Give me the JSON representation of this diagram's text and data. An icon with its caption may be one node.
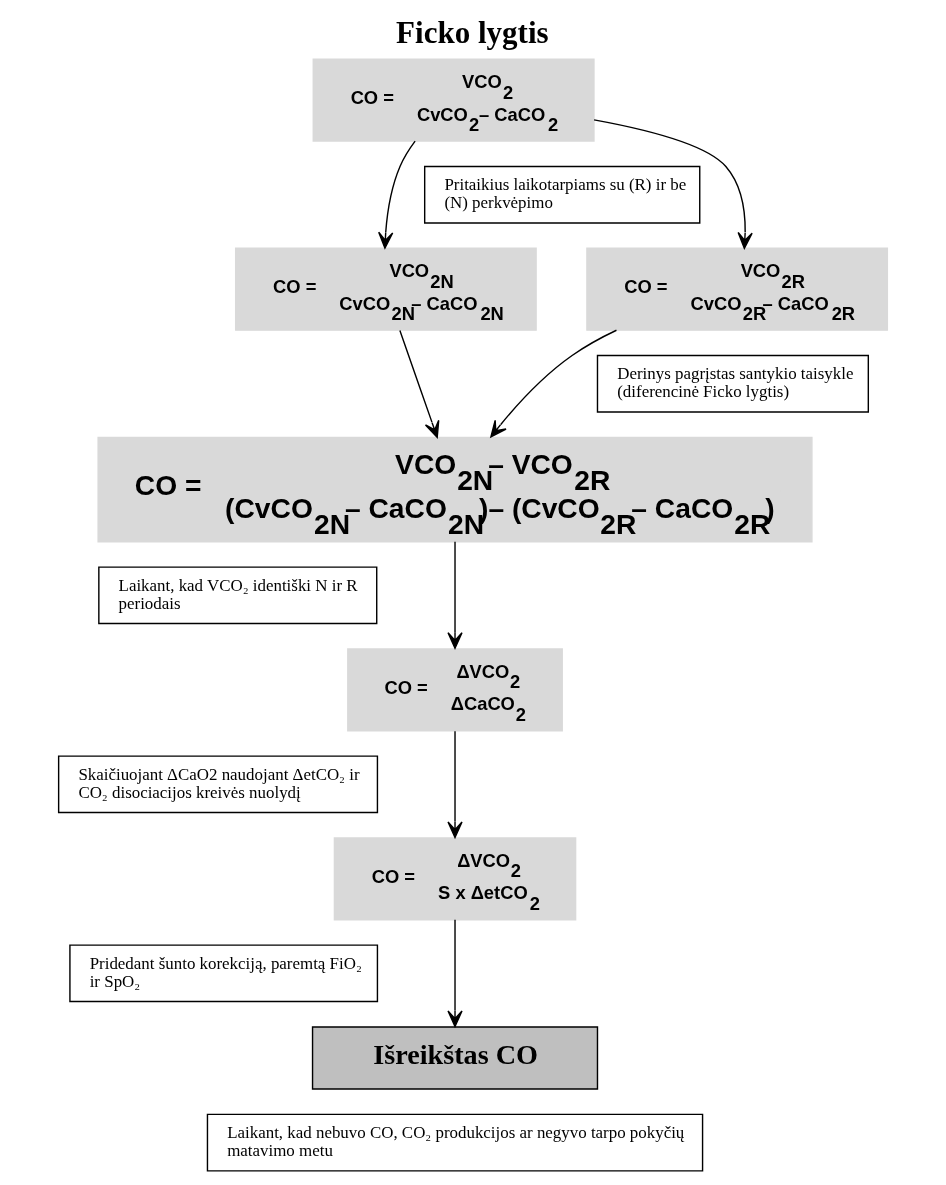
{
  "diagram": {
    "title": "Ficko lygtis",
    "nodes": [
      {
        "text": [
          "CO =",
          "VCO$_{2}$",
          "CvCO$_{2}$– CaCO$_{2}$"
        ]
      },
      {
        "text": [
          "Pritaikius laikotarpiams su (R) ir be (N) perkvėpimo"
        ]
      },
      {
        "text": [
          "CO =",
          "VCO$_{2N}$",
          "CvCO$_{2N}$– CaCO$_{2N}$"
        ]
      },
      {
        "text": [
          "CO =",
          "VCO$_{2R}$",
          "CvCO$_{2R}$– CaCO$_{2R}$"
        ]
      },
      {
        "text": [
          "Derinys pagrįstas santykio taisykle (diferencinė Ficko lygtis)"
        ]
      },
      {
        "text": [
          "CO =",
          "VCO$_{2N}$– VCO$_{2R}$",
          "(CvCO$_{2N}$– CaCO$_{2N}$)– (CvCO$_{2R}$– CaCO$_{2R}$)"
        ]
      },
      {
        "text": [
          "Laikant, kad VCO₂ identiški N ir R periodais"
        ]
      },
      {
        "text": [
          "CO =",
          "ΔVCO$_{2}$",
          "ΔCaCO$_{2}$"
        ]
      },
      {
        "text": [
          "Skaičiuojant ΔCaO2 naudojant ΔetCO₂ ir CO₂ disociacijos kreivės nuolydį"
        ]
      },
      {
        "text": [
          "CO =",
          "ΔVCO$_{2}$",
          "S x ΔetCO$_{2}$"
        ]
      },
      {
        "text": [
          "Pridedant šunto korekciją, paremtą FiO₂ ir SpO₂"
        ]
      },
      {
        "text": [
          "Išreikštas CO"
        ]
      },
      {
        "text": [
          "Laikant, kad nebuvo CO, CO₂ produkcijos ar negyvo tarpo pokyčių matavimo metu"
        ]
      }
    ],
    "edges": [
      {
        "from": 0,
        "to": 2,
        "arrow": "to"
      },
      {
        "from": 0,
        "to": 3,
        "arrow": "to"
      },
      {
        "from": 2,
        "to": 5,
        "arrow": "to"
      },
      {
        "from": 3,
        "to": 5,
        "arrow": "to"
      },
      {
        "from": 5,
        "to": 7,
        "arrow": "to"
      },
      {
        "from": 7,
        "to": 9,
        "arrow": "to"
      },
      {
        "from": 9,
        "to": 11,
        "arrow": "to"
      }
    ]
  }
}
